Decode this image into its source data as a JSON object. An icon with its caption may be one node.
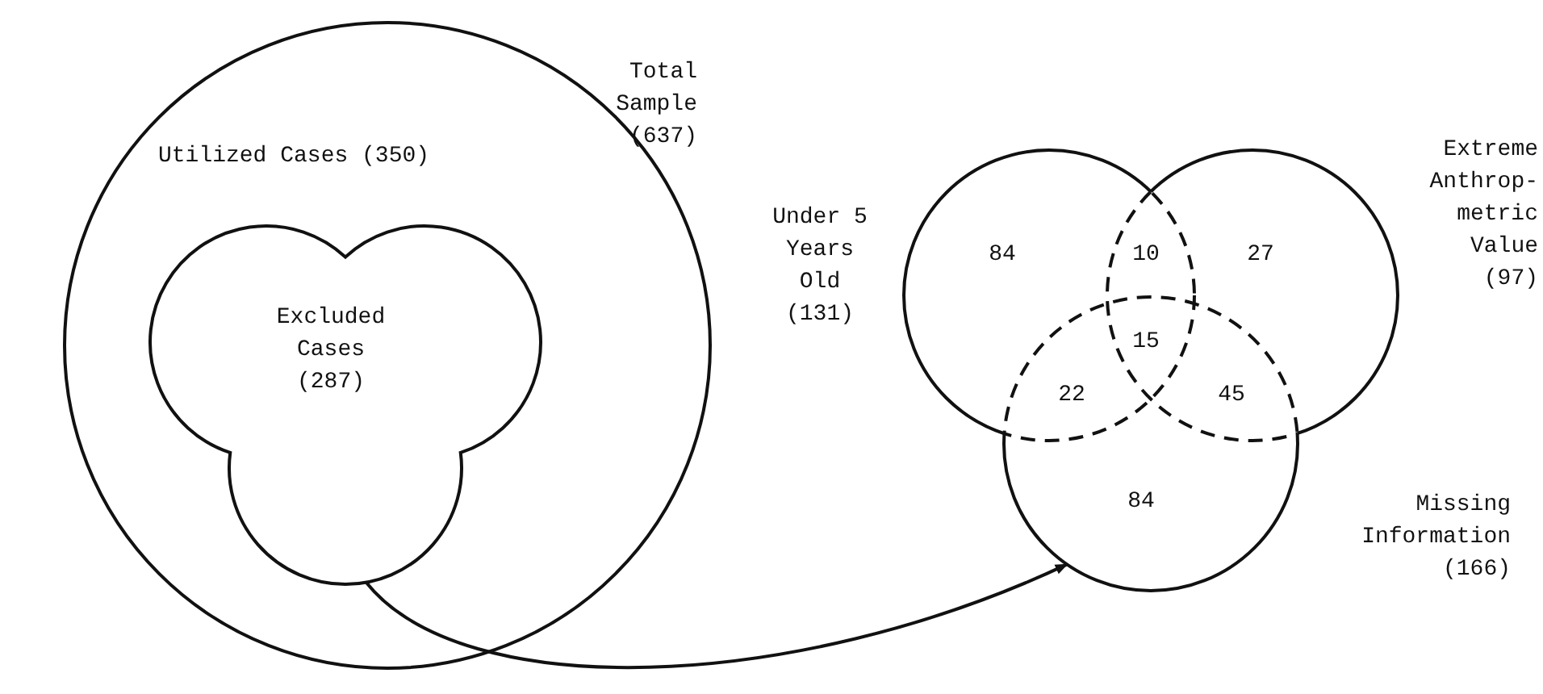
{
  "diagram": {
    "nodes": [
      {
        "text": [
          "Total Sample (637)",
          "Utilized Cases (350)"
        ]
      },
      {
        "text": [
          "Excluded Cases (287)"
        ],
        "in": 0
      },
      {
        "text": [
          "Under 5 Years Old (131)"
        ]
      },
      {
        "text": [
          "Extreme Anthrop-metric Value (97)"
        ]
      },
      {
        "text": [
          "Missing Information (166)"
        ]
      }
    ],
    "edges": [
      {
        "from": 1,
        "to": 4,
        "arrow": "to"
      }
    ],
    "labels": [
      "84",
      "10",
      "27",
      "15",
      "22",
      "45",
      "84"
    ]
  }
}
